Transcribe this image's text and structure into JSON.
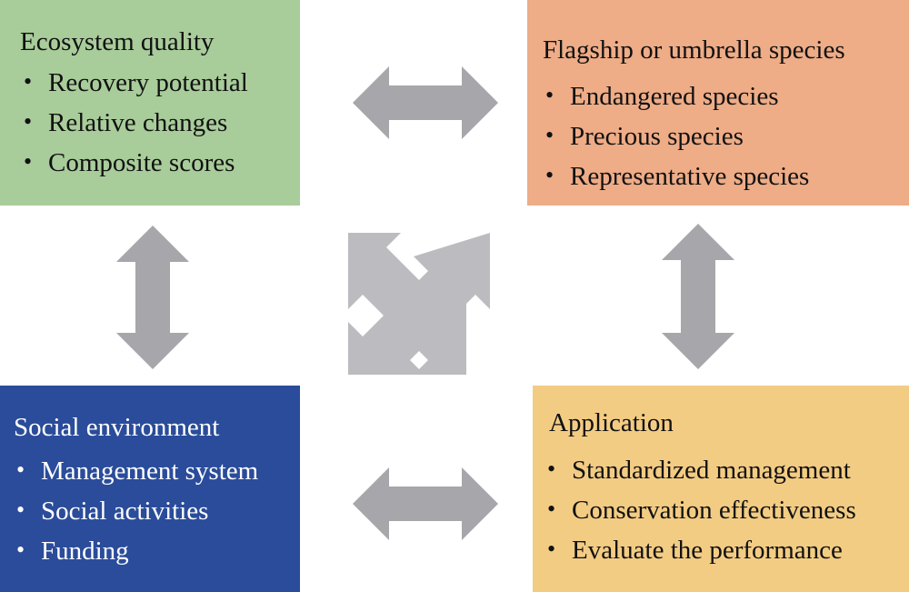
{
  "boxes": {
    "ecosystem": {
      "title": "Ecosystem quality",
      "items": [
        "Recovery potential",
        "Relative changes",
        "Composite scores"
      ],
      "color": "#a8cc9a"
    },
    "flagship": {
      "title": "Flagship or umbrella species",
      "items": [
        "Endangered species",
        "Precious species",
        "Representative species"
      ],
      "color": "#eeac87"
    },
    "social": {
      "title": "Social environment",
      "items": [
        "Management system",
        "Social activities",
        "Funding"
      ],
      "color": "#2a4c9a"
    },
    "application": {
      "title": "Application",
      "items": [
        "Standardized management",
        "Conservation effectiveness",
        "Evaluate the performance"
      ],
      "color": "#f3cc84"
    }
  },
  "bullet": "•",
  "arrow_color": "#a6a6ab"
}
